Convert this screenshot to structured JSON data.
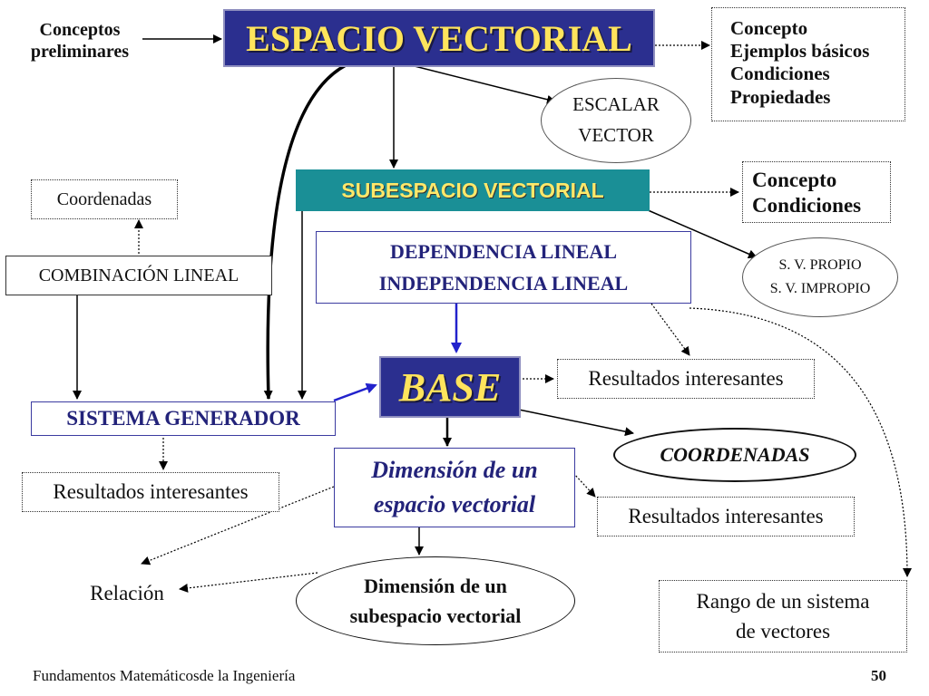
{
  "title": "ESPACIO VECTORIAL",
  "preliminares": [
    "Conceptos",
    "preliminares"
  ],
  "espacio_topics": [
    "Concepto",
    "Ejemplos básicos",
    "Condiciones",
    "Propiedades"
  ],
  "escalar_vector": [
    "ESCALAR",
    "VECTOR"
  ],
  "subespacio": "SUBESPACIO VECTORIAL",
  "subespacio_topics": [
    "Concepto",
    "Condiciones"
  ],
  "sv_types": [
    "S. V.  PROPIO",
    "S. V. IMPROPIO"
  ],
  "coordenadas_small": "Coordenadas",
  "combinacion": "COMBINACIÓN LINEAL",
  "dependencia": [
    "DEPENDENCIA LINEAL",
    "INDEPENDENCIA LINEAL"
  ],
  "base": "BASE",
  "base_resultados": "Resultados interesantes",
  "sistema_generador": "SISTEMA GENERADOR",
  "coordenadas": "COORDENADAS",
  "sg_resultados": "Resultados interesantes",
  "dimension_ev": [
    "Dimensión de un",
    "espacio vectorial"
  ],
  "dim_resultados": "Resultados interesantes",
  "relacion": "Relación",
  "dimension_sub": [
    "Dimensión de un",
    "subespacio vectorial"
  ],
  "rango": [
    "Rango de un sistema",
    "de vectores"
  ],
  "footer": {
    "course": "Fundamentos Matemáticosde la Ingeniería",
    "page": "50"
  },
  "colors": {
    "navy_box": "#2b2f8f",
    "teal_box": "#1a8f96",
    "title_text": "#ffe45c",
    "navy_text": "#23237a"
  }
}
